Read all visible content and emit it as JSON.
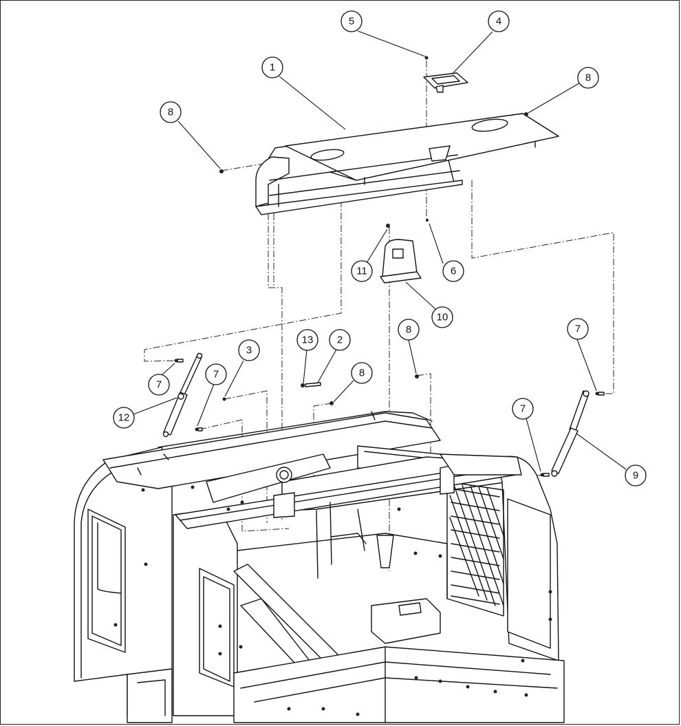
{
  "callouts": {
    "c1": "1",
    "c2": "2",
    "c3": "3",
    "c4": "4",
    "c5": "5",
    "c6": "6",
    "c7a": "7",
    "c7b": "7",
    "c7c": "7",
    "c7d": "7",
    "c8a": "8",
    "c8b": "8",
    "c8c": "8",
    "c8d": "8",
    "c9": "9",
    "c10": "10",
    "c11": "11",
    "c12": "12",
    "c13": "13"
  }
}
